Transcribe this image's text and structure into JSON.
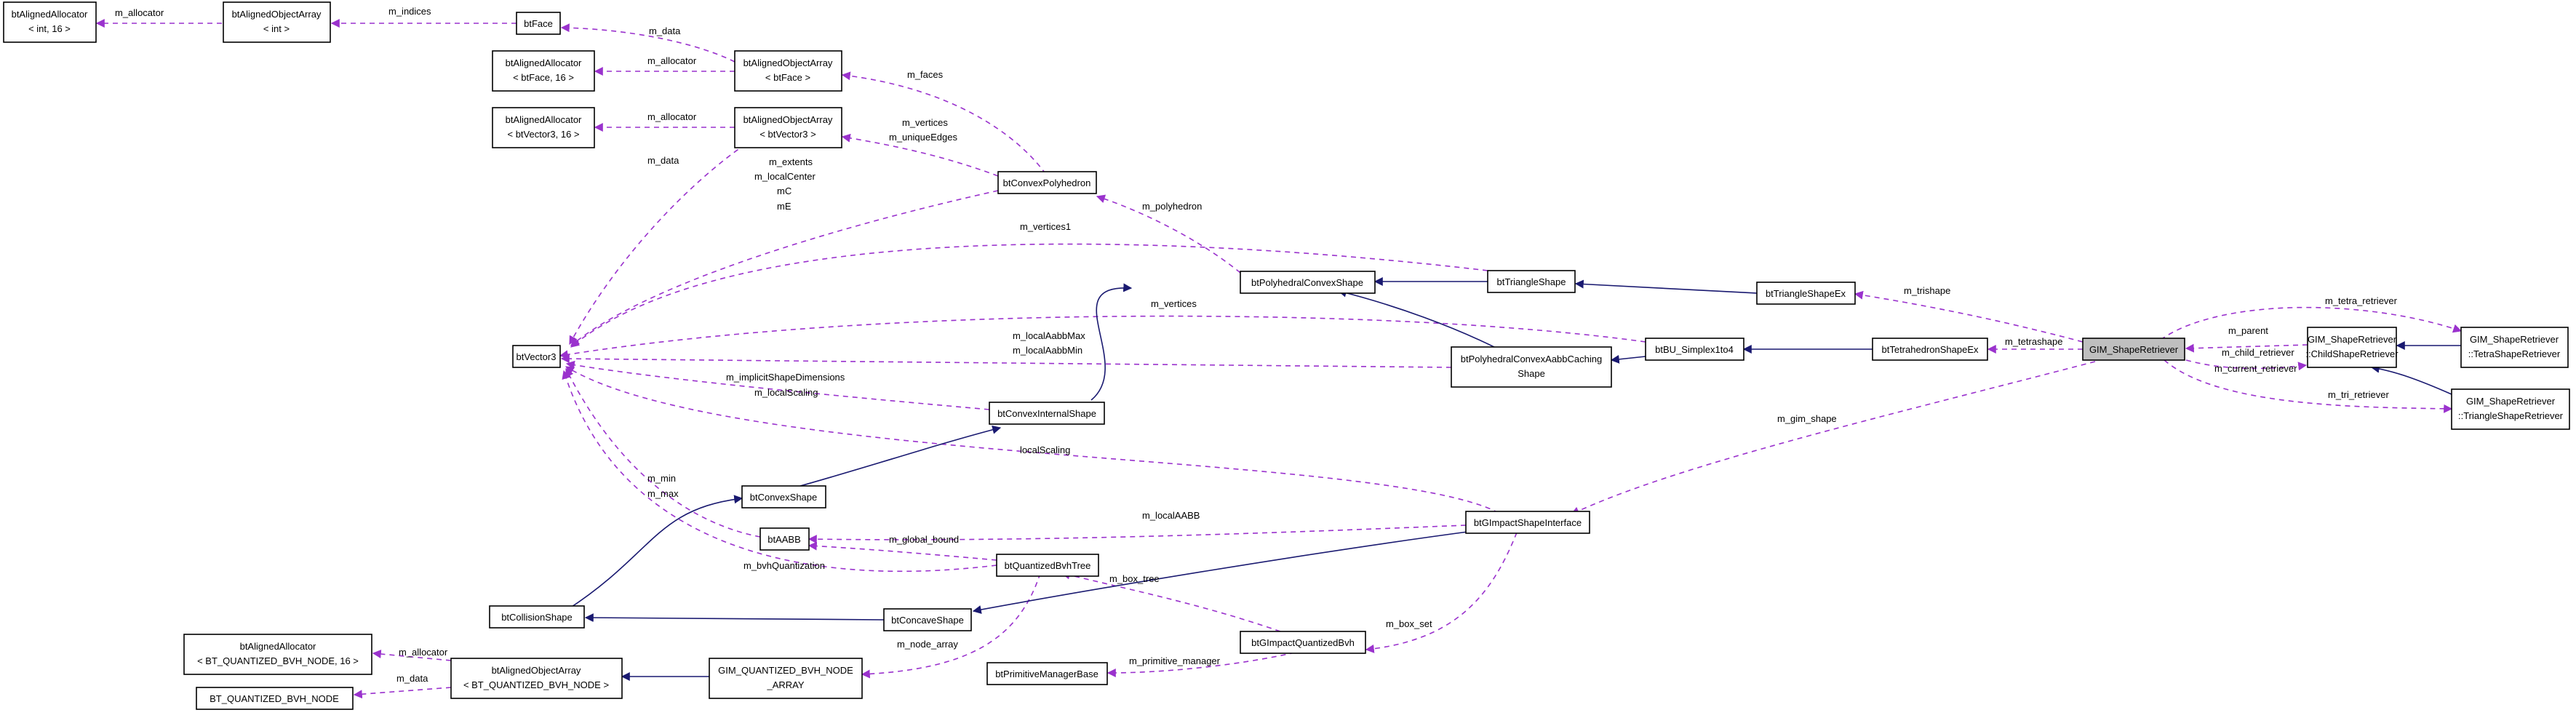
{
  "colors": {
    "inheritance": "#191970",
    "usage": "#9a32cd",
    "highlight_fill": "#bfbfbf",
    "node_border": "#000000",
    "background": "#ffffff"
  },
  "nodes": {
    "alloc_int": [
      "btAlignedAllocator",
      "< int, 16 >"
    ],
    "array_int": [
      "btAlignedObjectArray",
      "< int >"
    ],
    "btface": [
      "btFace"
    ],
    "alloc_face": [
      "btAlignedAllocator",
      "< btFace, 16 >"
    ],
    "array_face": [
      "btAlignedObjectArray",
      "< btFace >"
    ],
    "alloc_vec": [
      "btAlignedAllocator",
      "< btVector3, 16 >"
    ],
    "array_vec": [
      "btAlignedObjectArray",
      "< btVector3 >"
    ],
    "convex_poly": [
      "btConvexPolyhedron"
    ],
    "vector3": [
      "btVector3"
    ],
    "poly_convex": [
      "btPolyhedralConvexShape"
    ],
    "triangle": [
      "btTriangleShape"
    ],
    "triangle_ex": [
      "btTriangleShapeEx"
    ],
    "poly_aabb": [
      "btPolyhedralConvexAabbCaching",
      "Shape"
    ],
    "simplex": [
      "btBU_Simplex1to4"
    ],
    "tetra_ex": [
      "btTetrahedronShapeEx"
    ],
    "gim_retriever": [
      "GIM_ShapeRetriever"
    ],
    "child_retriever": [
      "GIM_ShapeRetriever",
      "::ChildShapeRetriever"
    ],
    "tetra_retriever": [
      "GIM_ShapeRetriever",
      "::TetraShapeRetriever"
    ],
    "tri_retriever": [
      "GIM_ShapeRetriever",
      "::TriangleShapeRetriever"
    ],
    "convex_internal": [
      "btConvexInternalShape"
    ],
    "convex_shape": [
      "btConvexShape"
    ],
    "aabb": [
      "btAABB"
    ],
    "qbvh_tree": [
      "btQuantizedBvhTree"
    ],
    "gimpact_iface": [
      "btGImpactShapeInterface"
    ],
    "collision": [
      "btCollisionShape"
    ],
    "concave": [
      "btConcaveShape"
    ],
    "gimpact_qbvh": [
      "btGImpactQuantizedBvh"
    ],
    "prim_mgr": [
      "btPrimitiveManagerBase"
    ],
    "alloc_bvh": [
      "btAlignedAllocator",
      "< BT_QUANTIZED_BVH_NODE, 16 >"
    ],
    "array_bvh": [
      "btAlignedObjectArray",
      "< BT_QUANTIZED_BVH_NODE >"
    ],
    "bvh_node": [
      "BT_QUANTIZED_BVH_NODE"
    ],
    "gim_bvh_array": [
      "GIM_QUANTIZED_BVH_NODE",
      "_ARRAY"
    ]
  },
  "edge_labels": {
    "m_allocator": "m_allocator",
    "m_indices": "m_indices",
    "m_data": "m_data",
    "m_faces": "m_faces",
    "m_vertices": "m_vertices",
    "m_uniqueEdges": "m_uniqueEdges",
    "m_extents": "m_extents",
    "m_localCenter": "m_localCenter",
    "mC": "mC",
    "mE": "mE",
    "m_polyhedron": "m_polyhedron",
    "m_vertices1": "m_vertices1",
    "m_trishape": "m_trishape",
    "m_tetra_retriever": "m_tetra_retriever",
    "m_parent": "m_parent",
    "m_child_retriever": "m_child_retriever",
    "m_current_retriever": "m_current_retriever",
    "m_tetrashape": "m_tetrashape",
    "m_localAabbMax": "m_localAabbMax",
    "m_localAabbMin": "m_localAabbMin",
    "m_implicitShapeDimensions": "m_implicitShapeDimensions",
    "m_localScaling": "m_localScaling",
    "m_gim_shape": "m_gim_shape",
    "m_tri_retriever": "m_tri_retriever",
    "localScaling": "localScaling",
    "m_min": "m_min",
    "m_max": "m_max",
    "m_localAABB": "m_localAABB",
    "m_global_bound": "m_global_bound",
    "m_bvhQuantization": "m_bvhQuantization",
    "m_box_tree": "m_box_tree",
    "m_box_set": "m_box_set",
    "m_node_array": "m_node_array",
    "m_primitive_manager": "m_primitive_manager"
  }
}
